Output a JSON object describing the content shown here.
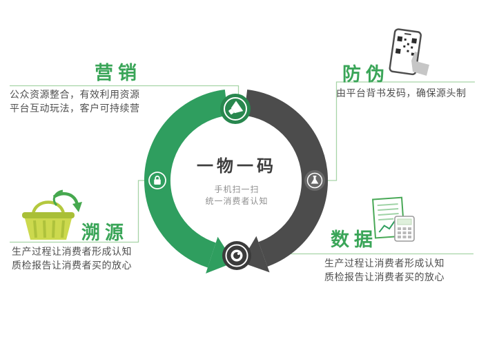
{
  "colors": {
    "cycle_green": "#2f9e5f",
    "cycle_dark": "#4c4c4c",
    "heading_green": "#3aa558",
    "connector_line": "#a6d4a6",
    "body_text": "#4f4f4f"
  },
  "center": {
    "title": "一物一码",
    "subtitle": [
      "手机扫一扫",
      "统一消费者认知"
    ]
  },
  "sections": {
    "marketing": {
      "title": "营销",
      "lines": [
        "公众资源整合，有效利用资源",
        "平台互动玩法，客户可持续营"
      ]
    },
    "anti_counterfeit": {
      "title": "防伪",
      "lines": [
        "由平台背书发码，确保源头制"
      ]
    },
    "trace": {
      "title": "溯源",
      "lines": [
        "生产过程让消费者形成认知",
        "质检报告让消费者买的放心"
      ]
    },
    "data": {
      "title": "数据",
      "lines": [
        "生产过程让消费者形成认知",
        "质检报告让消费者买的放心"
      ]
    }
  },
  "icons": {
    "cycle_top": "megaphone-icon",
    "cycle_left": "lock-icon",
    "cycle_right": "flask-icon",
    "cycle_bottom": "lens-icon",
    "top_right": "phone-qr-scan-icon",
    "bottom_left": "shopping-basket-recycle-icon",
    "bottom_right": "report-calculator-icon"
  }
}
